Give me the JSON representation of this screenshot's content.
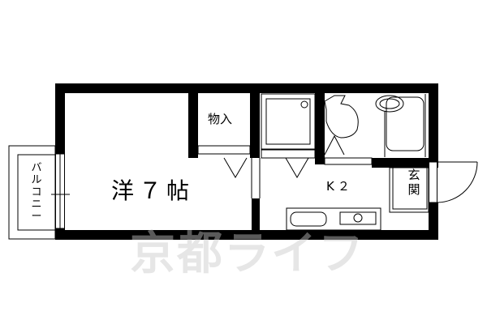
{
  "floor_plan": {
    "rooms": [
      {
        "id": "western-room",
        "label": "洋７帖",
        "type": "Western-style room, 7 tatami"
      },
      {
        "id": "closet",
        "label": "物入",
        "type": "Storage closet"
      },
      {
        "id": "kitchen",
        "label": "K２",
        "type": "Kitchen"
      },
      {
        "id": "entrance",
        "label": "玄関",
        "type": "Entrance"
      },
      {
        "id": "balcony",
        "label": "バルコニー",
        "type": "Balcony"
      }
    ],
    "fixtures": [
      "shower-unit",
      "toilet",
      "bathtub",
      "sink",
      "stove",
      "entry-door",
      "sliding-window"
    ],
    "watermark": "京都ライフ"
  },
  "colors": {
    "wall": "#000000",
    "background": "#ffffff",
    "watermark": "#d8d8d8"
  }
}
